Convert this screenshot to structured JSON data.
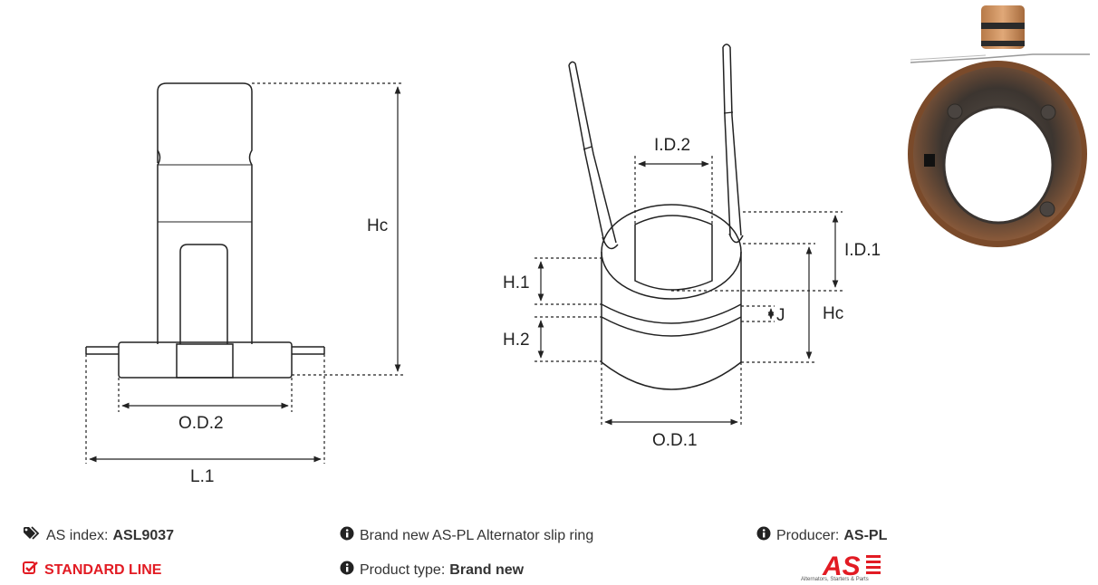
{
  "dimensions": {
    "hc_left": "Hc",
    "od2": "O.D.2",
    "l1": "L.1",
    "id2": "I.D.2",
    "id1": "I.D.1",
    "h1": "H.1",
    "h2": "H.2",
    "j": "J",
    "hc_right": "Hc",
    "od1": "O.D.1"
  },
  "info": {
    "as_index_label": "AS index:",
    "as_index_value": "ASL9037",
    "line": "STANDARD LINE",
    "description": "Brand new AS-PL Alternator slip ring",
    "product_type_label": "Product type:",
    "product_type_value": "Brand new",
    "producer_label": "Producer:",
    "producer_value": "AS-PL"
  },
  "logo": {
    "text": "AS",
    "tagline": "Alternators, Starters & Parts"
  },
  "colors": {
    "accent": "#e21b23",
    "line": "#222222"
  },
  "icons": {
    "tags": "tags-icon",
    "check": "check-square-icon",
    "info": "info-circle-icon"
  }
}
